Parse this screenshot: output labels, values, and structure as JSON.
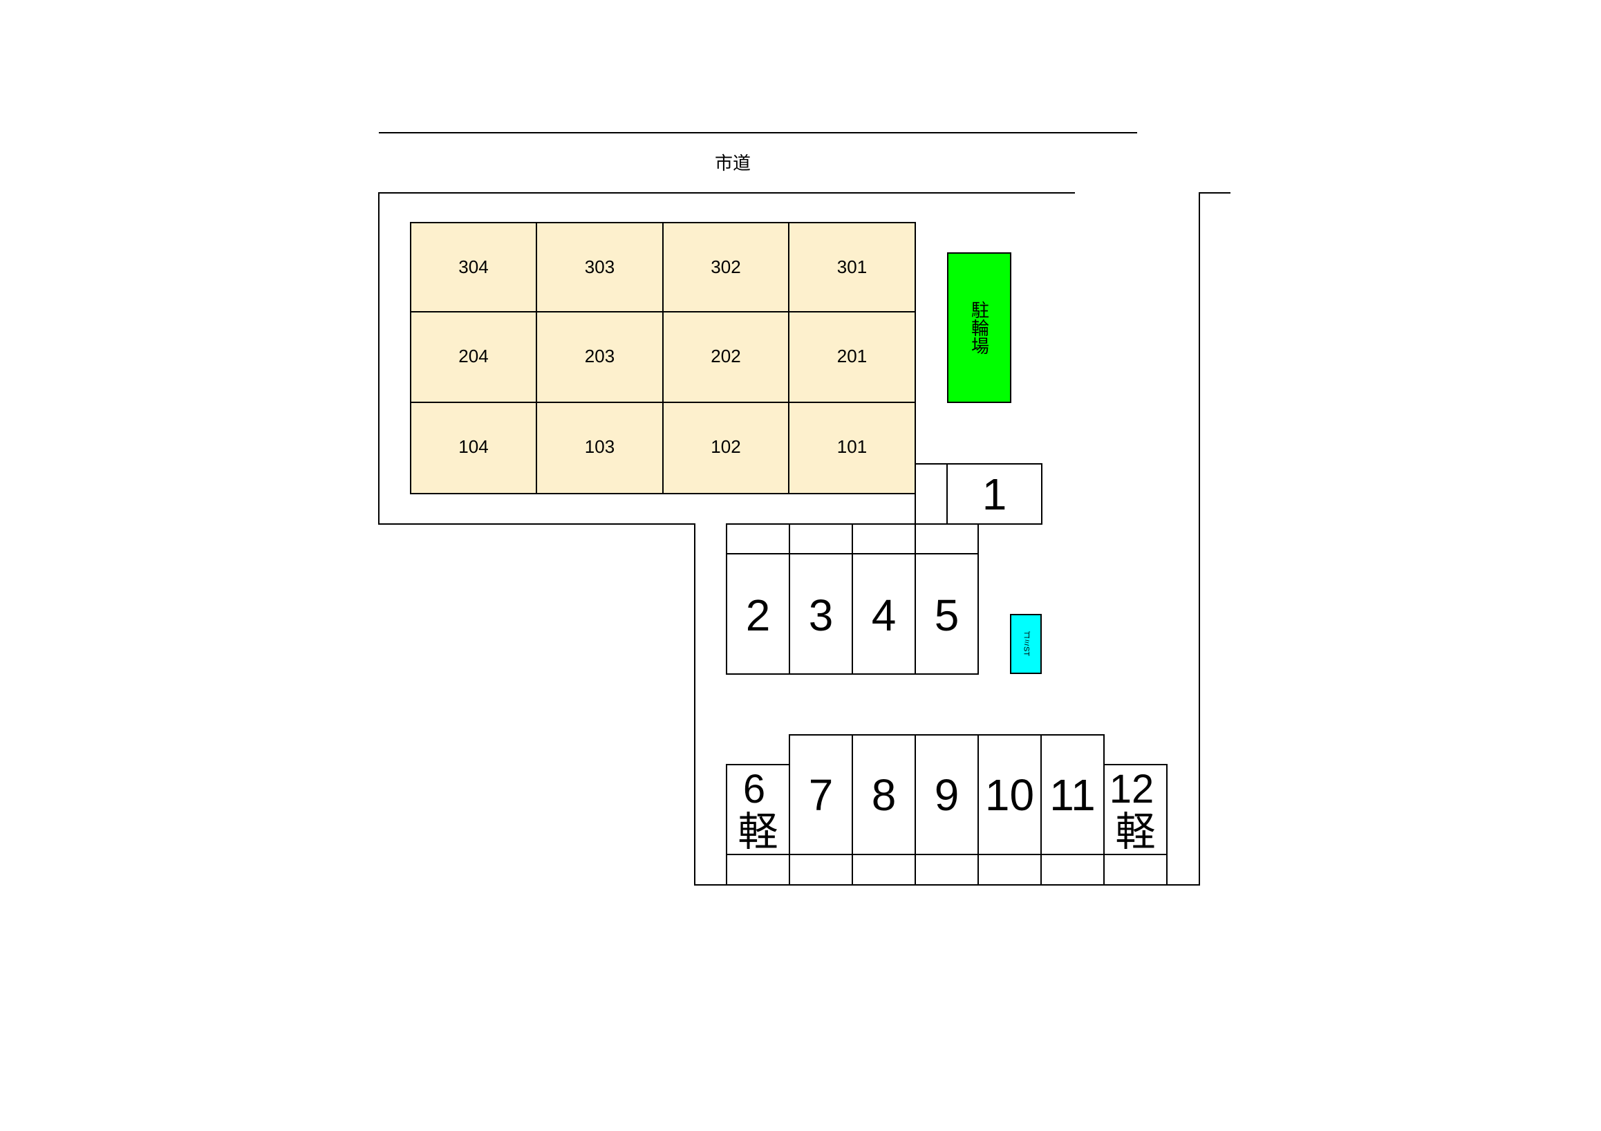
{
  "road_label": "市道",
  "bike_label": "駐輪場",
  "trash_label": "ゴミST",
  "building": {
    "rows": [
      [
        "304",
        "303",
        "302",
        "301"
      ],
      [
        "204",
        "203",
        "202",
        "201"
      ],
      [
        "104",
        "103",
        "102",
        "101"
      ]
    ]
  },
  "parking": {
    "p1": "1",
    "p2": "2",
    "p3": "3",
    "p4": "4",
    "p5": "5",
    "p6": "6",
    "p6_sub": "軽",
    "p7": "7",
    "p8": "8",
    "p9": "9",
    "p10": "10",
    "p11": "11",
    "p12": "12",
    "p12_sub": "軽"
  },
  "colors": {
    "building": "#fdf0cd",
    "bike": "#00ff00",
    "trash": "#00ffff"
  }
}
